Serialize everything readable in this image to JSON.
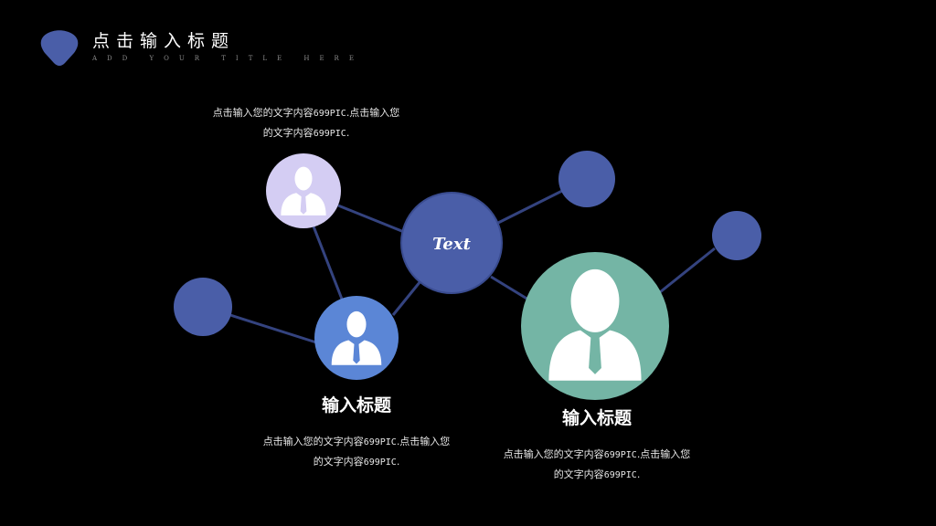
{
  "header": {
    "title": "点击输入标题",
    "subtitle": "ADD YOUR TITLE HERE"
  },
  "center_node": {
    "label": "Text"
  },
  "top_text": {
    "line1_cn": "点击输入您的文字内容",
    "line1_code": "699PIC",
    "line1_tail": ".点击输入您",
    "line2_cn": "的文字内容",
    "line2_code": "699PIC",
    "line2_tail": "."
  },
  "left_section": {
    "heading": "输入标题",
    "line1_cn": "点击输入您的文字内容",
    "line1_code": "699PIC",
    "line1_tail": ".点击输入您",
    "line2_cn": "的文字内容",
    "line2_code": "699PIC",
    "line2_tail": "."
  },
  "right_section": {
    "heading": "输入标题",
    "line1_cn": "点击输入您的文字内容",
    "line1_code": "699PIC",
    "line1_tail": ".点击输入您",
    "line2_cn": "的文字内容",
    "line2_code": "699PIC",
    "line2_tail": "."
  },
  "colors": {
    "background": "#000000",
    "node_blue": "#4a5ea8",
    "node_lavender": "#d4cdf3",
    "node_light_blue": "#5b86d6",
    "node_teal": "#74b5a5",
    "connector": "#34437f"
  },
  "icons": [
    "user-avatar-icon",
    "logo-heart-icon"
  ]
}
